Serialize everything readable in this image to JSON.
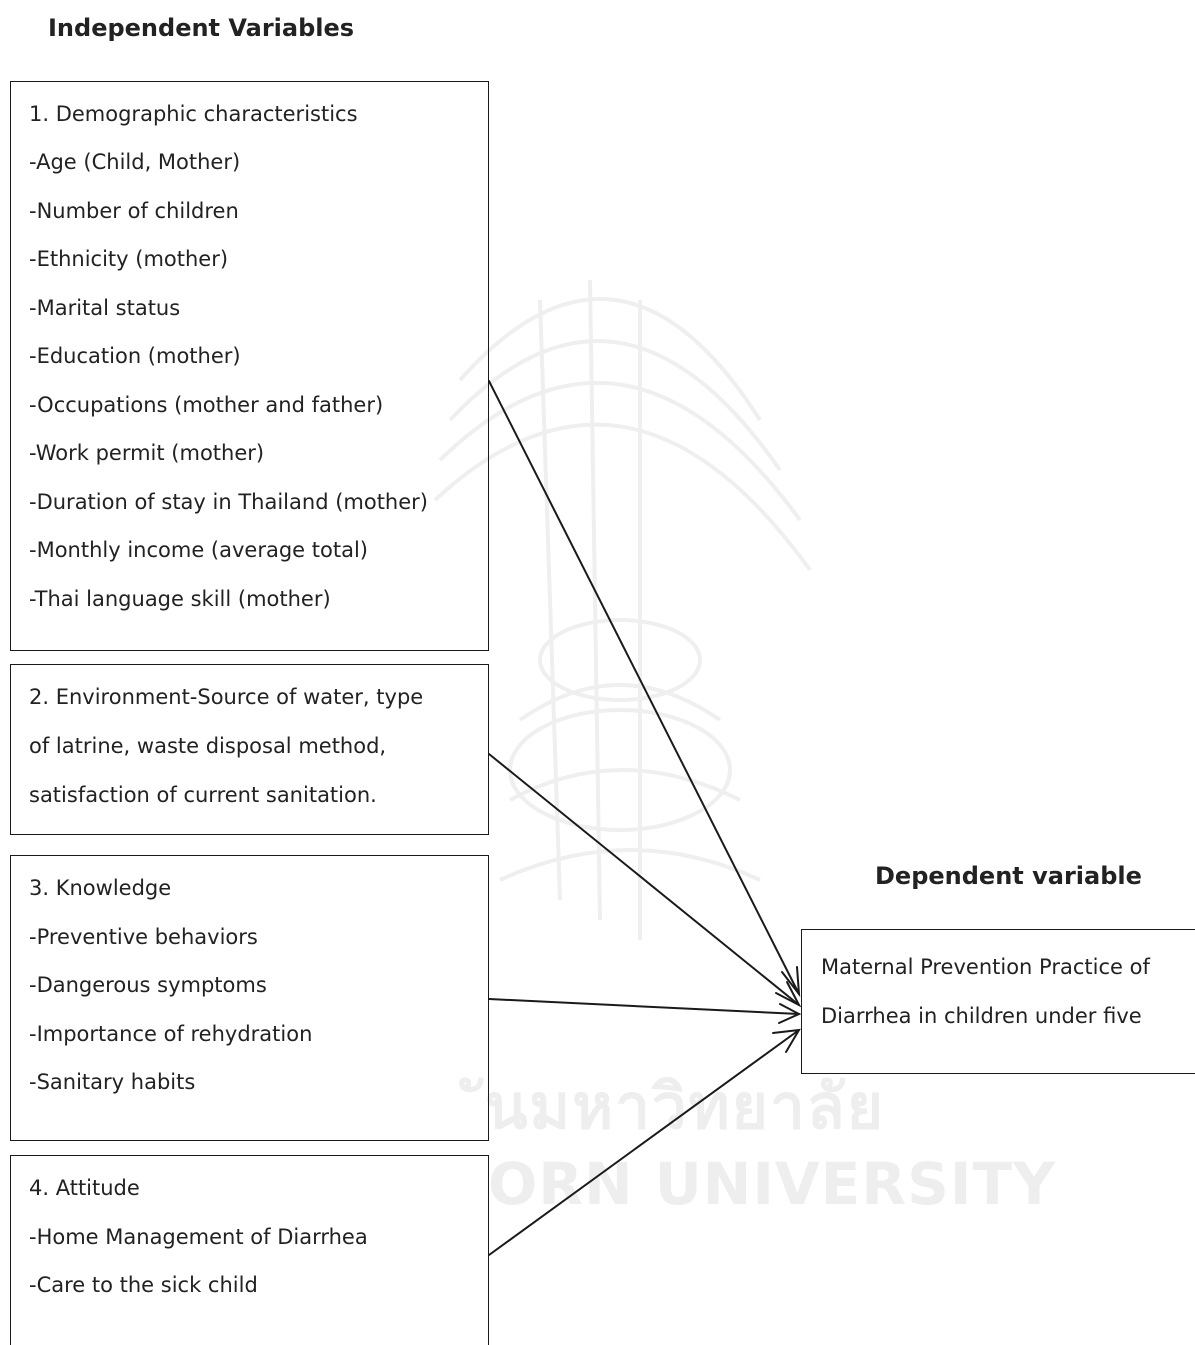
{
  "headings": {
    "independent": "Independent Variables",
    "dependent": "Dependent variable"
  },
  "boxes": {
    "demographic": {
      "lines": [
        "1. Demographic characteristics",
        "-Age (Child, Mother)",
        "-Number of children",
        "-Ethnicity (mother)",
        "-Marital status",
        "-Education (mother)",
        "-Occupations (mother and father)",
        "-Work permit (mother)",
        "-Duration of stay in Thailand (mother)",
        "-Monthly income (average total)",
        "-Thai language skill (mother)"
      ]
    },
    "environment": {
      "lines": [
        "2. Environment-Source of water, type",
        "of latrine, waste disposal method,",
        "satisfaction of current sanitation."
      ]
    },
    "knowledge": {
      "lines": [
        "3. Knowledge",
        "-Preventive behaviors",
        "-Dangerous symptoms",
        "-Importance of rehydration",
        "-Sanitary habits"
      ]
    },
    "attitude": {
      "lines": [
        "4. Attitude",
        "-Home Management of Diarrhea",
        "-Care to the sick child"
      ]
    },
    "outcome": {
      "lines": [
        "Maternal Prevention Practice of",
        "Diarrhea in children under five"
      ]
    }
  },
  "watermark": {
    "thai_text": "ันมหาวิทยาลัย",
    "english_text": "ORN UNIVERSITY"
  },
  "colors": {
    "line": "#1a1a1a",
    "text": "#222222",
    "watermark": "#eeeeee"
  }
}
